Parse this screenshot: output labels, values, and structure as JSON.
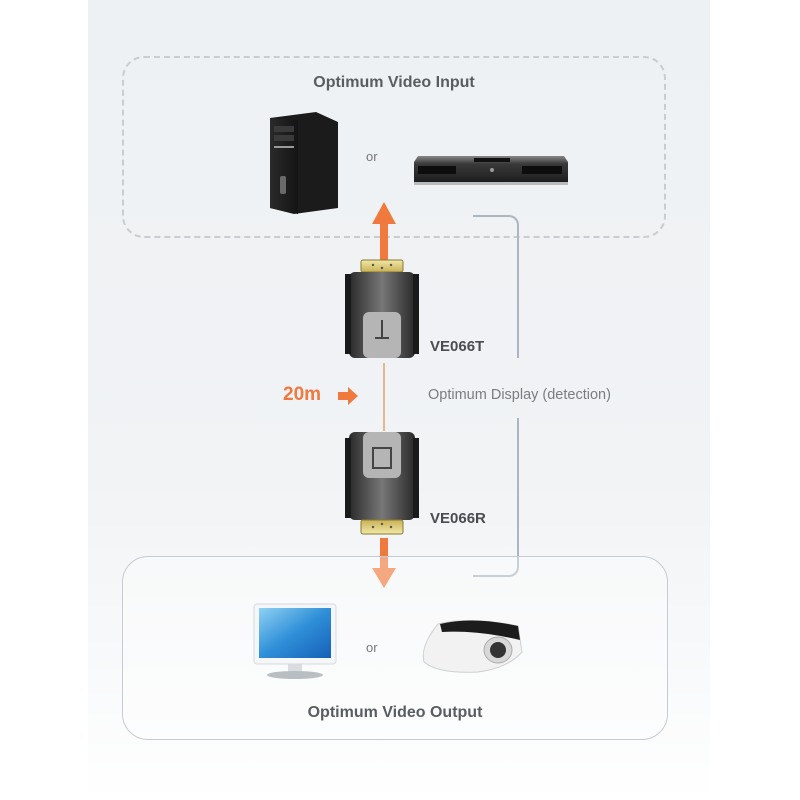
{
  "diagram": {
    "input": {
      "title": "Optimum Video Input",
      "devices": [
        "pc-tower",
        "dvd-player"
      ],
      "separator": "or"
    },
    "transmitter": {
      "model": "VE066T"
    },
    "receiver": {
      "model": "VE066R"
    },
    "distance": {
      "label": "20m"
    },
    "detection": {
      "label": "Optimum Display (detection)"
    },
    "output": {
      "title": "Optimum Video Output",
      "devices": [
        "lcd-monitor",
        "projector"
      ],
      "separator": "or"
    },
    "colors": {
      "accent_orange": "#f0793d",
      "connector_gold": "#e2cf7a",
      "bracket_line": "#aab6c2",
      "dashed_border": "#c9ccd0",
      "text_gray": "#5a5d60"
    }
  }
}
